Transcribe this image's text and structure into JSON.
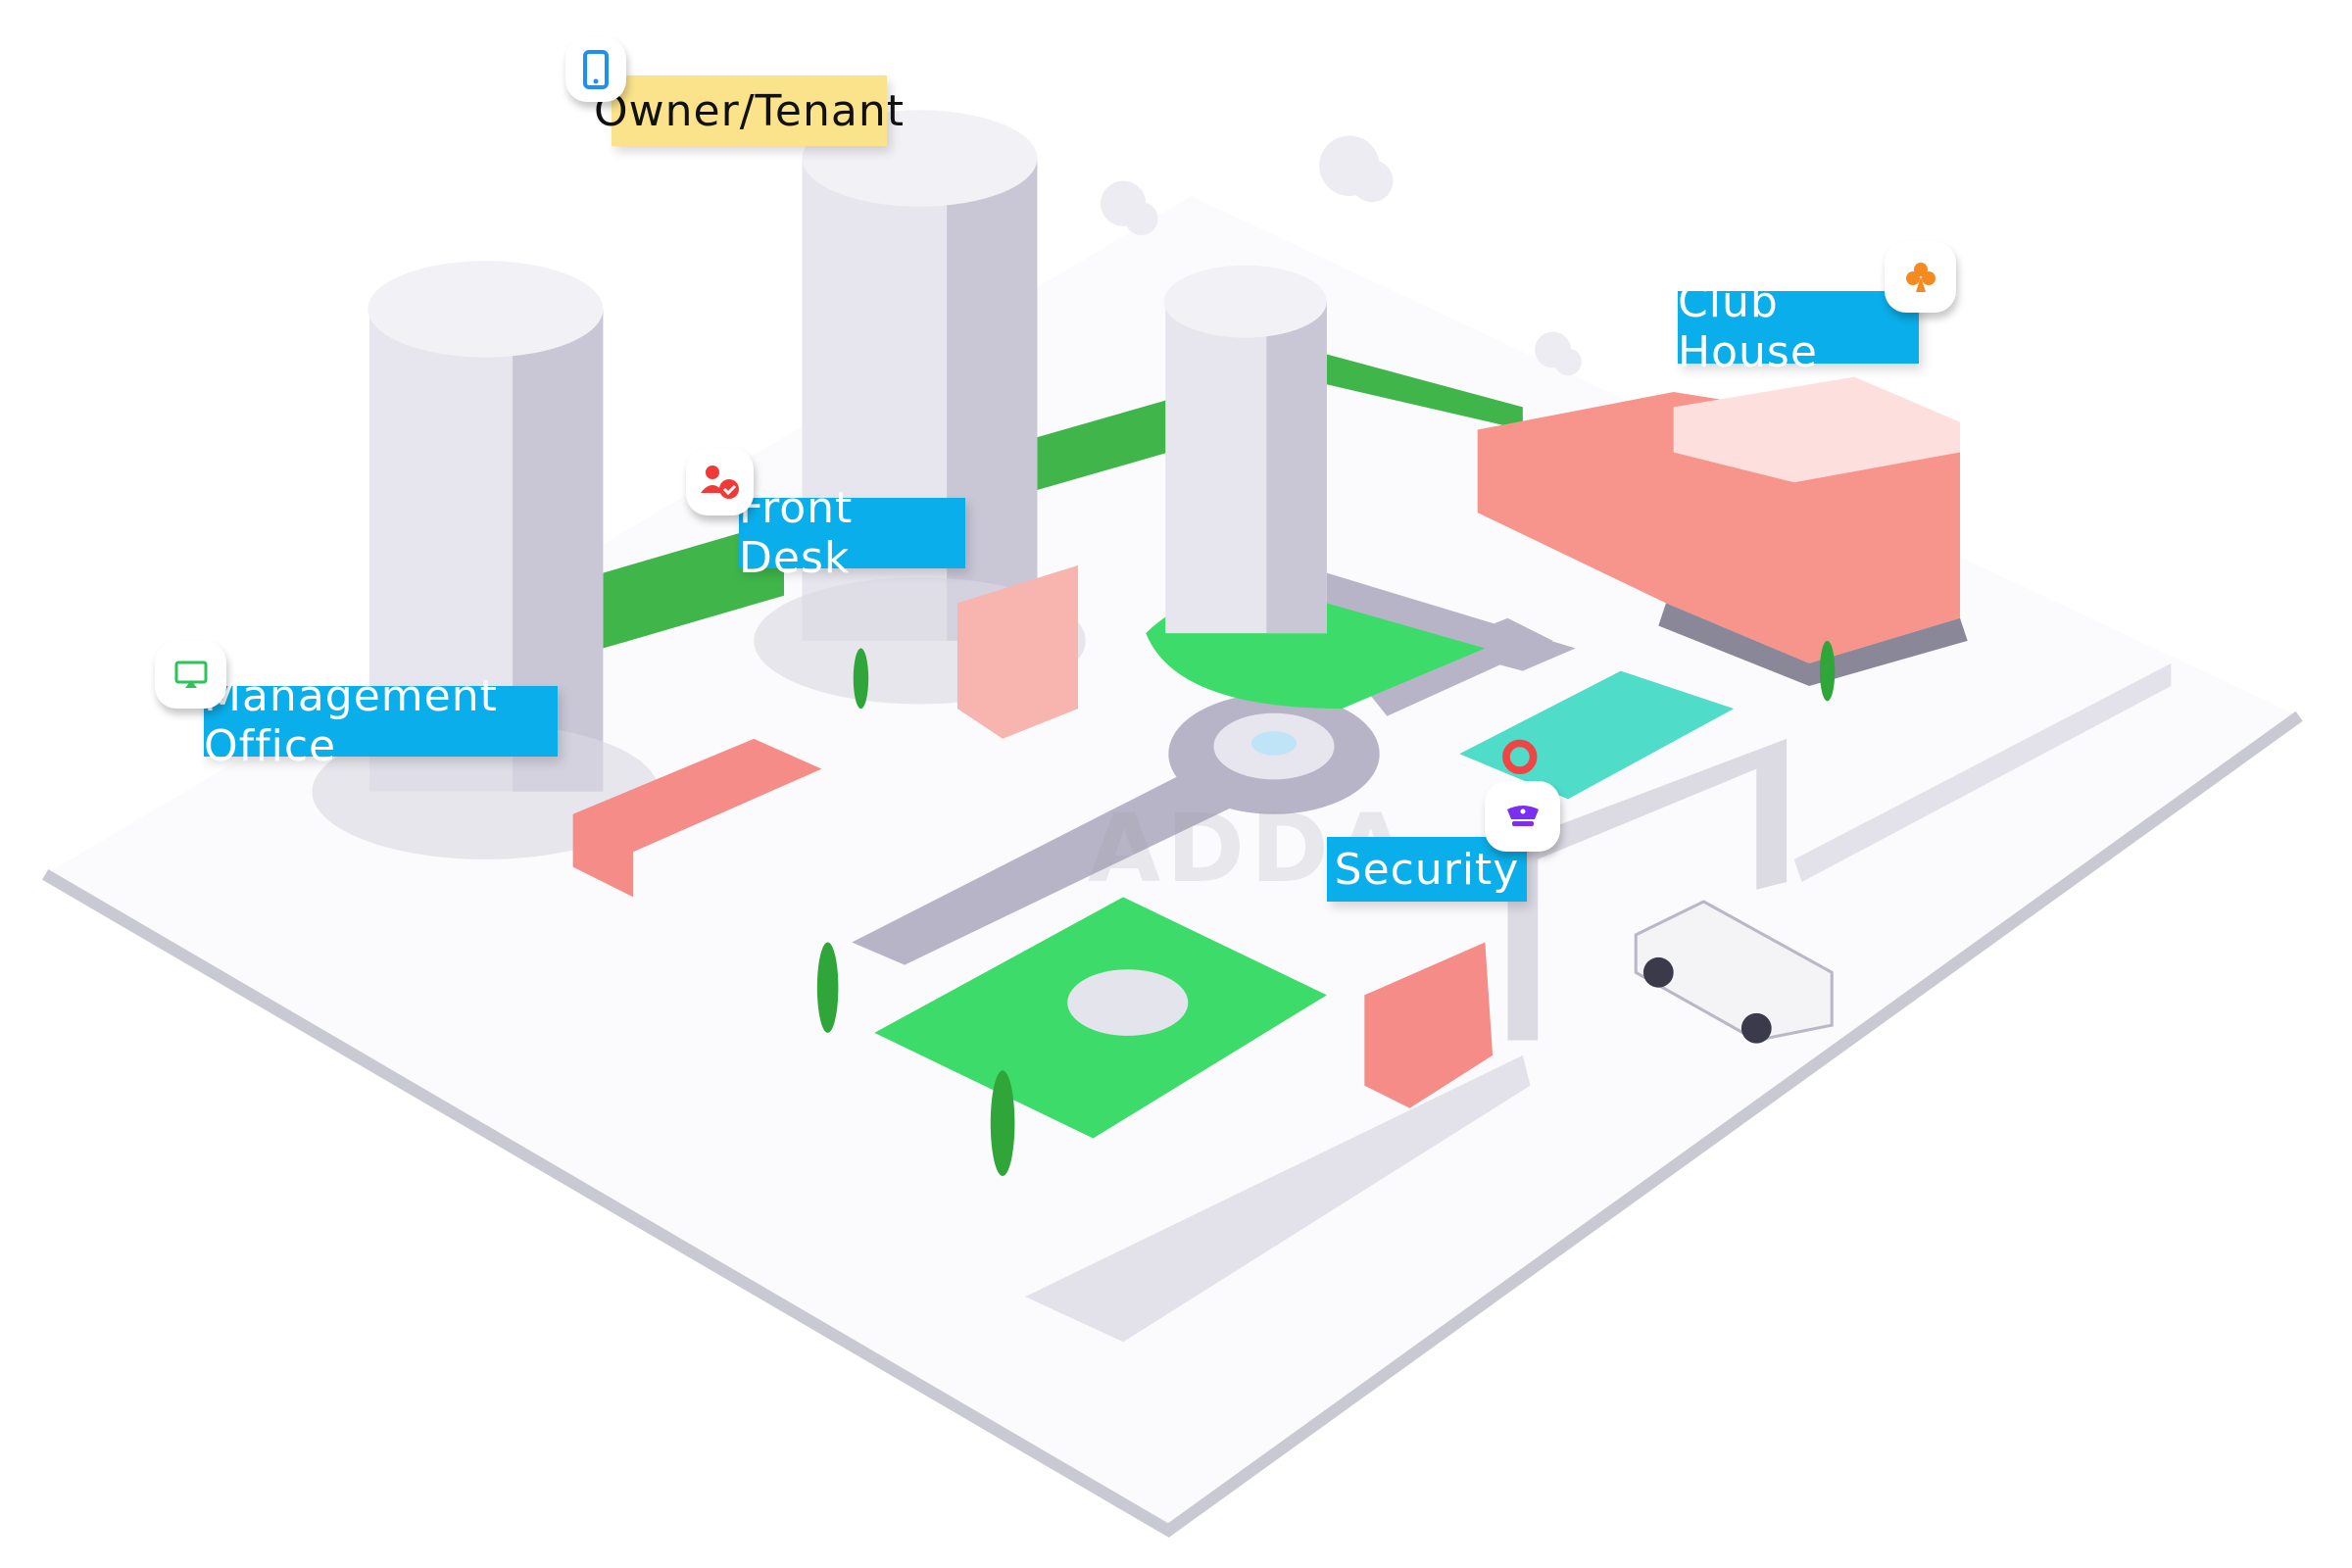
{
  "labels": {
    "owner_tenant": {
      "text": "Owner/Tenant",
      "icon": "smartphone-icon",
      "icon_color": "#1e8ff5",
      "bg": "#fbe38b"
    },
    "front_desk": {
      "text": "Front Desk",
      "icon": "user-check-icon",
      "icon_color": "#f03a3a",
      "bg": "#0aaeea"
    },
    "management_office": {
      "text": "Management Office",
      "icon": "monitor-icon",
      "icon_color": "#2bc35a",
      "bg": "#0aaeea"
    },
    "club_house": {
      "text": "Club House",
      "icon": "club-suit-icon",
      "icon_color": "#f58a1f",
      "bg": "#0aaeea"
    },
    "security": {
      "text": "Security",
      "icon": "guard-cap-icon",
      "icon_color": "#7b2ff0",
      "bg": "#0aaeea"
    }
  },
  "watermark": "ADDA"
}
